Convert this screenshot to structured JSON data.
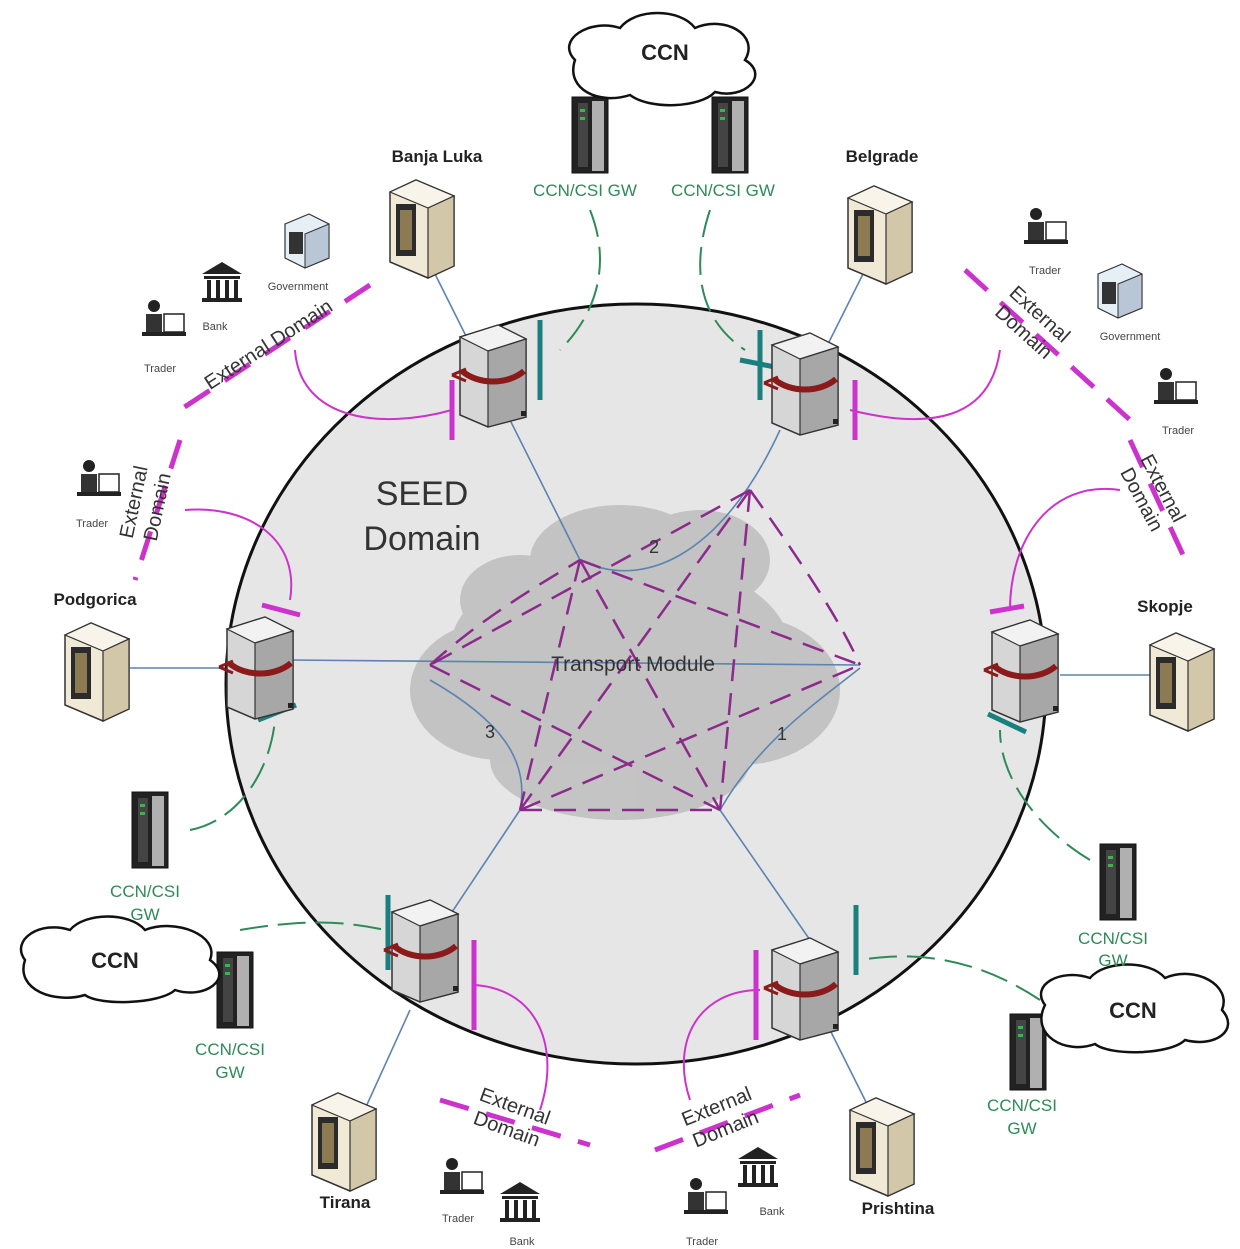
{
  "diagram": {
    "seed_domain": [
      "SEED",
      "Domain"
    ],
    "transport_module": "Transport Module",
    "links": [
      "1",
      "2",
      "3"
    ],
    "ccn": "CCN",
    "gateway": "CCN/CSI GW",
    "gateway_split": [
      "CCN/CSI",
      "GW"
    ],
    "external_domain": "External Domain",
    "external_domain_split": [
      "External",
      "Domain"
    ],
    "cities": {
      "banja_luka": "Banja Luka",
      "belgrade": "Belgrade",
      "podgorica": "Podgorica",
      "skopje": "Skopje",
      "tirana": "Tirana",
      "prishtina": "Prishtina"
    },
    "entities": {
      "trader": "Trader",
      "bank": "Bank",
      "government": "Government"
    },
    "colors": {
      "domain_fill": "#e6e6e6",
      "cloud": "#bdbdbd",
      "external_link": "#cc33cc",
      "gateway_link": "#2e8b57",
      "backbone": "#5b84b1",
      "trunk": "#8b1a1a"
    }
  }
}
